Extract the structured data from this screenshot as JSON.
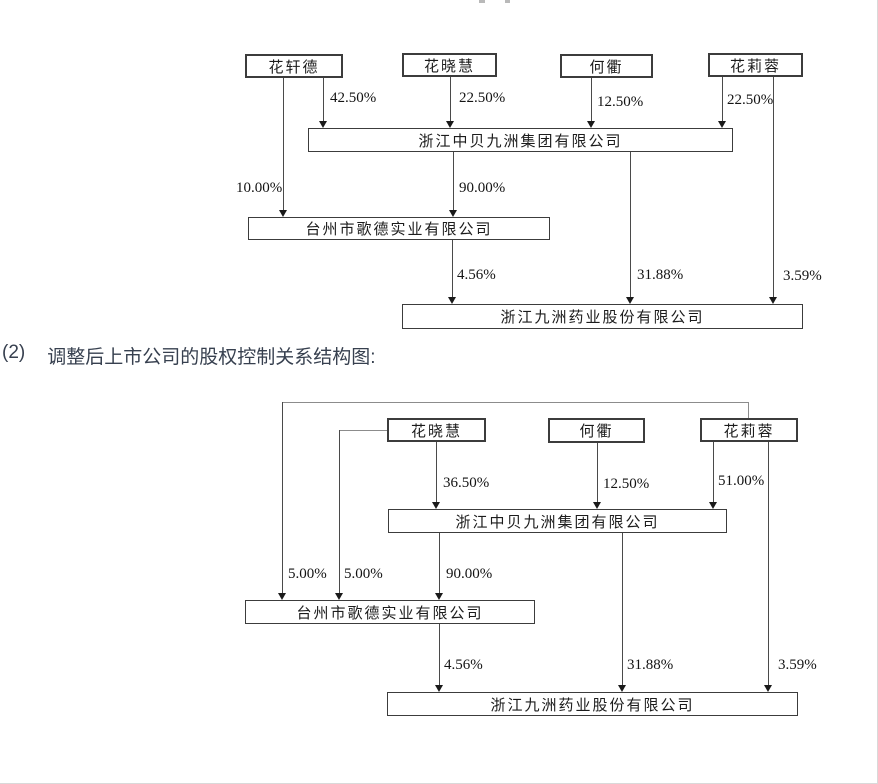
{
  "section": {
    "number": "(2)",
    "title": "调整后上市公司的股权控制关系结构图:"
  },
  "diagram1": {
    "title_meaning": "上市公司的股权控制关系结构图(调整前)",
    "nodes": {
      "huaxuande": "花轩德",
      "huaxiaohui": "花晓慧",
      "hequ": "何衢",
      "hualirong": "花莉蓉",
      "group": "浙江中贝九洲集团有限公司",
      "gede": "台州市歌德实业有限公司",
      "jiuzhou": "浙江九洲药业股份有限公司"
    },
    "edges": {
      "huaxuande_group": "42.50%",
      "huaxiaohui_group": "22.50%",
      "hequ_group": "12.50%",
      "hualirong_group": "22.50%",
      "huaxuande_gede": "10.00%",
      "group_gede": "90.00%",
      "gede_jiuzhou": "4.56%",
      "group_jiuzhou": "31.88%",
      "hualirong_jiuzhou": "3.59%"
    }
  },
  "diagram2": {
    "nodes": {
      "huaxiaohui": "花晓慧",
      "hequ": "何衢",
      "hualirong": "花莉蓉",
      "group": "浙江中贝九洲集团有限公司",
      "gede": "台州市歌德实业有限公司",
      "jiuzhou": "浙江九洲药业股份有限公司"
    },
    "edges": {
      "hualirong_gede": "5.00%",
      "huaxiaohui_gede": "5.00%",
      "huaxiaohui_group": "36.50%",
      "hequ_group": "12.50%",
      "hualirong_group": "51.00%",
      "group_gede": "90.00%",
      "gede_jiuzhou": "4.56%",
      "group_jiuzhou": "31.88%",
      "hualirong_jiuzhou": "3.59%"
    }
  }
}
